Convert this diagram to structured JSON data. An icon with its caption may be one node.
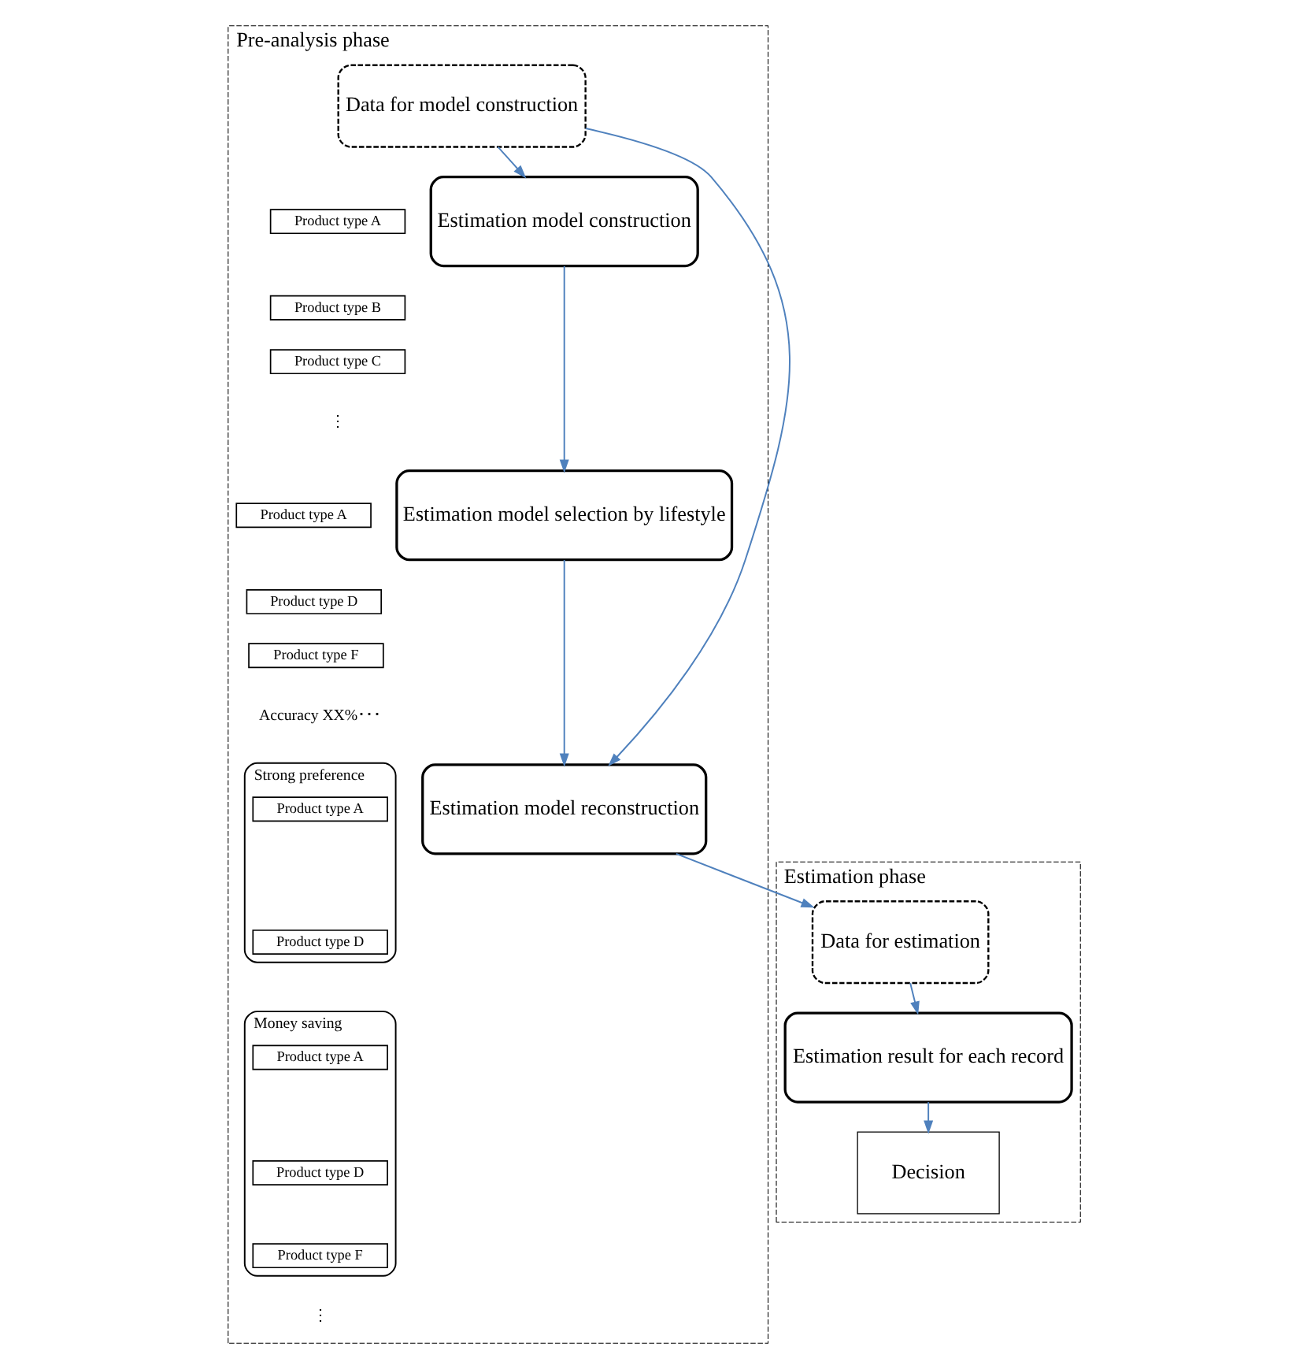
{
  "diagram": {
    "nodes": [
      {
        "text": [
          "Pre-analysis phase"
        ]
      },
      {
        "text": [
          "Data for model construction"
        ],
        "in": 0
      },
      {
        "text": [
          "Estimation model construction"
        ],
        "in": 0
      },
      {
        "text": [
          "Product type A"
        ],
        "in": 0
      },
      {
        "text": [
          "Product type B"
        ],
        "in": 0
      },
      {
        "text": [
          "Product type C"
        ],
        "in": 0
      },
      {
        "text": [
          "Estimation model selection by lifestyle"
        ],
        "in": 0
      },
      {
        "text": [
          "Product type A"
        ],
        "in": 0
      },
      {
        "text": [
          "Product type D"
        ],
        "in": 0
      },
      {
        "text": [
          "Product type F"
        ],
        "in": 0
      },
      {
        "text": [
          "Estimation model reconstruction"
        ],
        "in": 0
      },
      {
        "text": [
          "Strong preference"
        ],
        "in": 0
      },
      {
        "text": [
          "Product type A"
        ],
        "in": 11
      },
      {
        "text": [
          "Product type D"
        ],
        "in": 11
      },
      {
        "text": [
          "Money saving"
        ],
        "in": 0
      },
      {
        "text": [
          "Product type A"
        ],
        "in": 14
      },
      {
        "text": [
          "Product type D"
        ],
        "in": 14
      },
      {
        "text": [
          "Product type F"
        ],
        "in": 14
      },
      {
        "text": [
          "Estimation phase"
        ]
      },
      {
        "text": [
          "Data for estimation"
        ],
        "in": 18
      },
      {
        "text": [
          "Estimation result for each record"
        ],
        "in": 18
      },
      {
        "text": [
          "Decision"
        ],
        "in": 18
      }
    ],
    "edges": [
      {
        "from": 1,
        "to": 2,
        "arrow": "to"
      },
      {
        "from": 2,
        "to": 6,
        "arrow": "to"
      },
      {
        "from": 6,
        "to": 10,
        "arrow": "to"
      },
      {
        "from": 1,
        "to": 10,
        "arrow": "to"
      },
      {
        "from": 10,
        "to": 19,
        "arrow": "to"
      },
      {
        "from": 19,
        "to": 20,
        "arrow": "to"
      },
      {
        "from": 20,
        "to": 21,
        "arrow": "to"
      }
    ],
    "labels": [
      "⋮",
      "Accuracy XX%･･･",
      "⋮"
    ]
  }
}
